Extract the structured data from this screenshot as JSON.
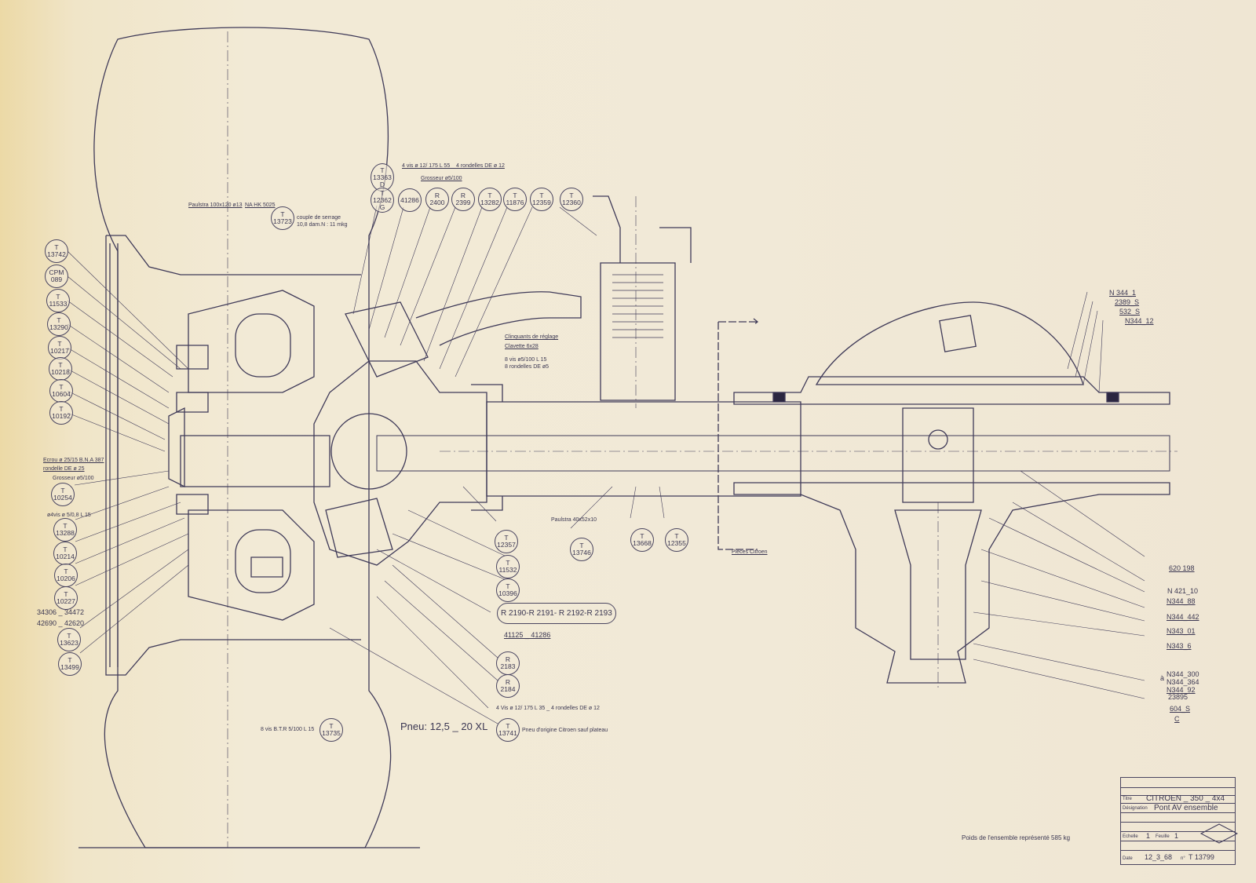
{
  "drawing": {
    "left_callouts": [
      {
        "p": "T",
        "n": "13742"
      },
      {
        "p": "CPM",
        "n": "089"
      },
      {
        "p": "T",
        "n": "11533"
      },
      {
        "p": "T",
        "n": "13290"
      },
      {
        "p": "T",
        "n": "10217"
      },
      {
        "p": "T",
        "n": "10218"
      },
      {
        "p": "T",
        "n": "10604"
      },
      {
        "p": "T",
        "n": "10192"
      },
      {
        "p": "T",
        "n": "10254"
      },
      {
        "p": "T",
        "n": "13288"
      },
      {
        "p": "T",
        "n": "10214"
      },
      {
        "p": "T",
        "n": "10206"
      },
      {
        "p": "T",
        "n": "10227"
      },
      {
        "p": "T",
        "n": "13623"
      },
      {
        "p": "T",
        "n": "13499"
      }
    ],
    "left_notes": [
      "Ecrou ø 25/15 B.N.A 387",
      "rondelle DE ø 25",
      "Grosseur ø5/100",
      "ø4vis ø 5/0,8 L 15",
      "34306 _ 34472",
      "42690 _ 42620"
    ],
    "top_callouts": [
      {
        "p": "T",
        "n": "13363",
        "s": "D"
      },
      {
        "p": "T",
        "n": "12362",
        "s": "G"
      },
      {
        "p": "",
        "n": "41286"
      },
      {
        "p": "R",
        "n": "2400"
      },
      {
        "p": "R",
        "n": "2399"
      },
      {
        "p": "T",
        "n": "13282"
      },
      {
        "p": "T",
        "n": "11876"
      },
      {
        "p": "T",
        "n": "12359"
      },
      {
        "p": "T",
        "n": "12360"
      }
    ],
    "top_notes": [
      "4 vis ø 12/ 175 L 55 _ 4 rondelles DE ø 12",
      "Grosseur ø5/100"
    ],
    "wheel_notes": {
      "paulstra": "Paulstra 100x120 ø13",
      "bearing": "NA HK 5025",
      "callout": {
        "p": "T",
        "n": "13723"
      },
      "torque1": "couple de serrage",
      "torque2": "10,8 dam.N : 11 mkg"
    },
    "mid_notes": [
      "Clinquants de réglage",
      "Clavette 6x28",
      "8 vis ø5/100 L 15",
      "8 rondelles DE ø5"
    ],
    "bottom_callouts": [
      {
        "p": "T",
        "n": "12357"
      },
      {
        "p": "T",
        "n": "13746"
      },
      {
        "p": "T",
        "n": "13668"
      },
      {
        "p": "T",
        "n": "12355"
      },
      {
        "p": "T",
        "n": "11532"
      },
      {
        "p": "T",
        "n": "10396"
      },
      {
        "p": "R",
        "n": "2183"
      },
      {
        "p": "R",
        "n": "2184"
      },
      {
        "p": "T",
        "n": "13741"
      },
      {
        "p": "T",
        "n": "13735"
      }
    ],
    "paulstra_small": "Paulstra 40x52x10",
    "ref_group": "R 2190-R 2191- R 2192-R 2193",
    "ref_pair": "41125 _ 41286",
    "screws_note": "4 Vis ø 12/ 175 L 35 _ 4 rondelles DE ø 12",
    "tyre_origin": "Pneu d'origine Citroen sauf plateau",
    "btr_note": "8 vis B.T.R 5/100 L 15",
    "tyre": "Pneu: 12,5 _ 20 XL",
    "citroen_parts": "Pièces Citroen",
    "right_top": [
      "N 344_1",
      "2389_S",
      "532_S",
      "N344_12"
    ],
    "right_bottom": [
      "620 198",
      "N 421_10",
      "N344_88",
      "N344_442",
      "N343_01",
      "N343_6",
      "N344_300",
      "N344_364",
      "N344_92",
      "23895",
      "604_S",
      "C"
    ],
    "right_a": "à",
    "weight": "Poids de l'ensemble représenté 585 kg"
  },
  "title_block": {
    "title_label": "Titre",
    "title": "CITROEN _ 350 _ 4x4",
    "designation_label": "Désignation",
    "designation": "Pont AV ensemble",
    "scale_label": "Echelle",
    "scale": "1",
    "sheet_label": "Feuille",
    "sheet": "1",
    "date_label": "Date",
    "date": "12_3_68",
    "number_label": "n°",
    "number": "T 13799"
  },
  "colors": {
    "ink": "#3b3752",
    "paper": "#f1e9d7"
  }
}
